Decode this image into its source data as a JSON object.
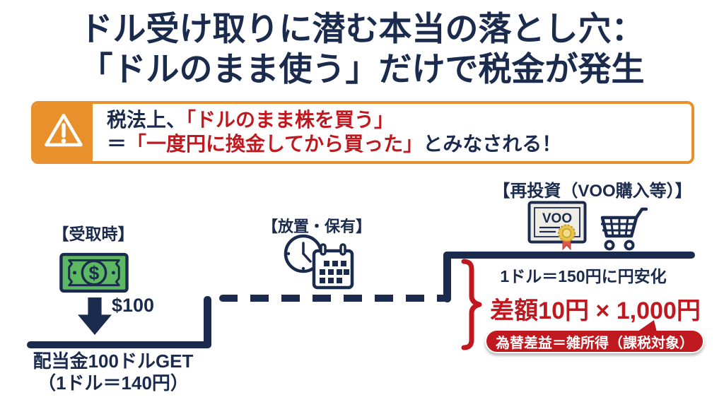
{
  "title": {
    "line1": "ドル受け取りに潜む本当の落とし穴：",
    "line2": "「ドルのまま使う」だけで税金が発生"
  },
  "warning": {
    "line1_prefix": "税法上、",
    "line1_highlight": "「ドルのまま株を買う」",
    "line2_prefix": "＝",
    "line2_highlight": "「一度円に換金してから買った」",
    "line2_suffix": "とみなされる！"
  },
  "flow": {
    "receive": {
      "label": "【受取時】",
      "bill_symbol": "$",
      "amount": "$100",
      "caption_line1": "配当金100ドルGET",
      "caption_line2": "（1ドル＝140円）"
    },
    "hold": {
      "label": "【放置・保有】"
    },
    "reinvest": {
      "label": "【再投資（VOO購入等）】",
      "certificate_text": "VOO",
      "rate_note": "1ドル＝150円に円安化",
      "difference": "差額10円 × 1,000円",
      "badge": "為替差益＝雑所得（課税対象）"
    }
  },
  "icons": {
    "warning_triangle": "warning-triangle-icon",
    "dollar_bill": "dollar-bill-icon",
    "down_arrow": "down-arrow-icon",
    "clock_calendar": "clock-calendar-icon",
    "certificate": "voo-certificate-icon",
    "shopping_cart": "shopping-cart-icon",
    "brace": "red-brace"
  },
  "colors": {
    "navy": "#1a2b4d",
    "red": "#c0181f",
    "orange": "#e8912c",
    "bill_green": "#5cb862",
    "certificate_paper": "#efece5",
    "seal_gold": "#e9c44d",
    "ribbon_red": "#e0564e"
  }
}
